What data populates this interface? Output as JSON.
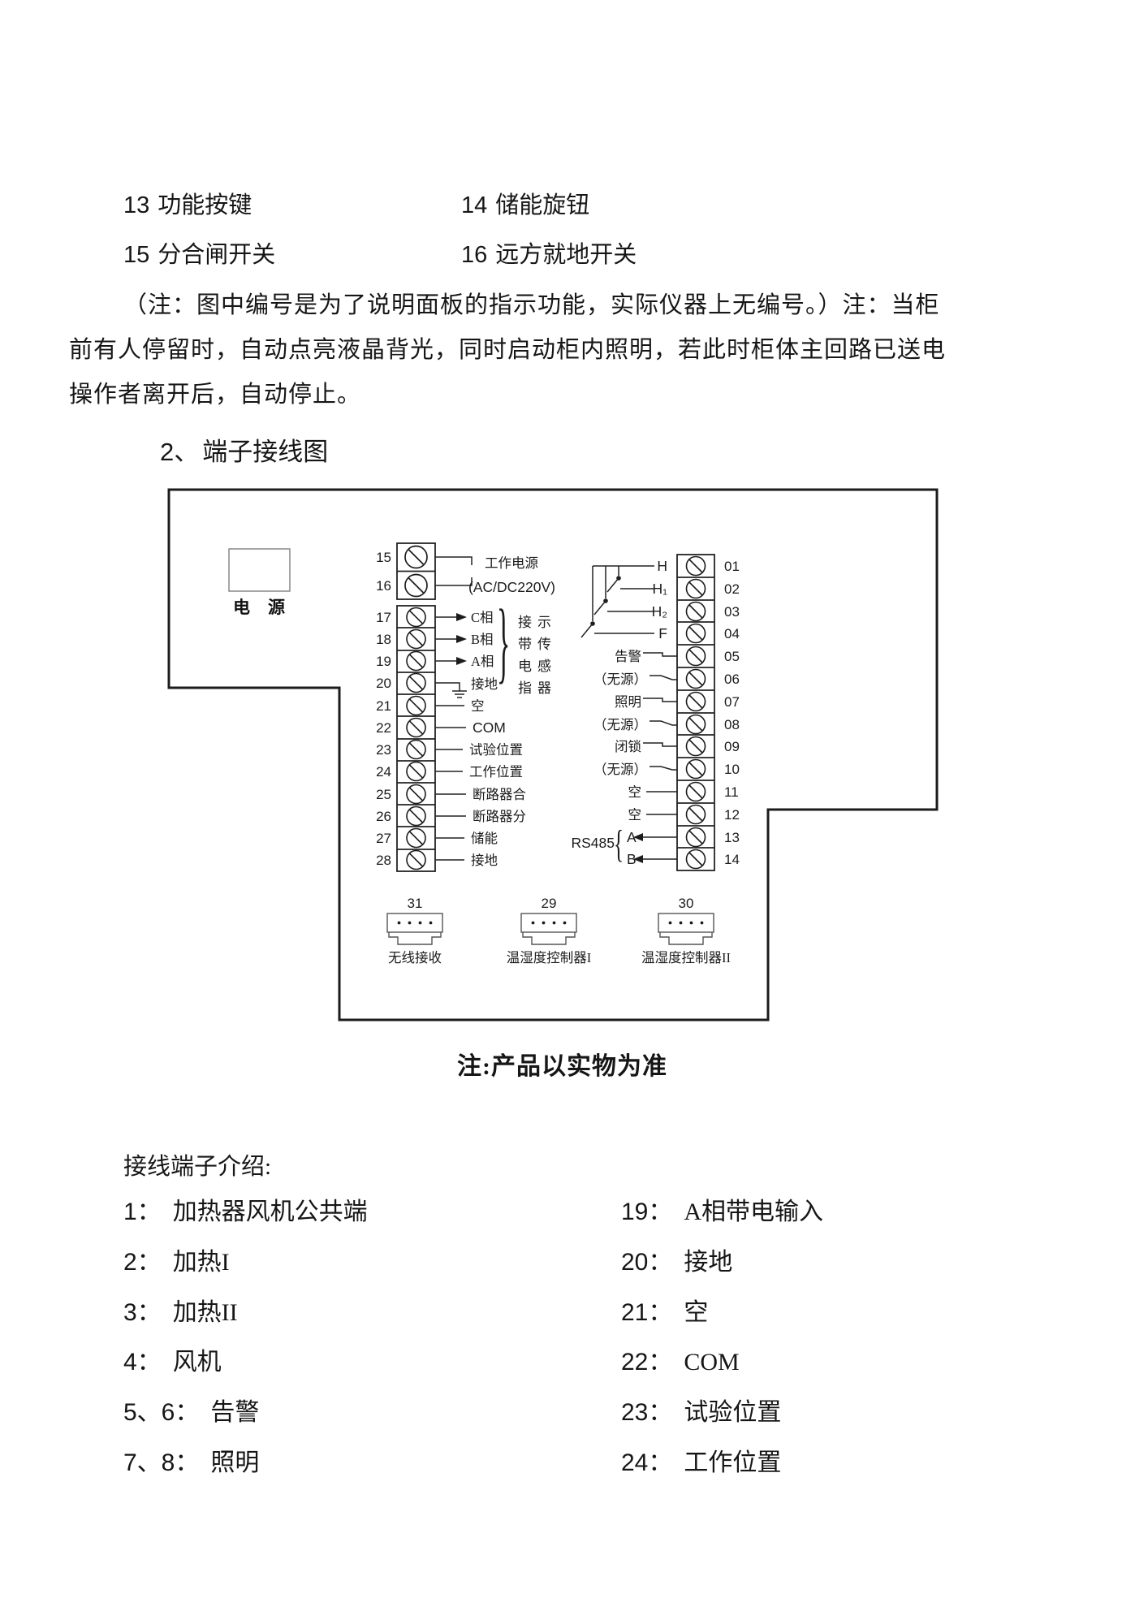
{
  "page": {
    "legend_items": [
      {
        "num": "13",
        "label": "功能按键"
      },
      {
        "num": "14",
        "label": "储能旋钮"
      },
      {
        "num": "15",
        "label": "分合闸开关"
      },
      {
        "num": "16",
        "label": "远方就地开关"
      }
    ],
    "note_lines": [
      "（注：图中编号是为了说明面板的指示功能，实际仪器上无编号。）注：当柜",
      "前有人停留时，自动点亮液晶背光，同时启动柜内照明，若此时柜体主回路已送电",
      "操作者离开后，自动停止。"
    ],
    "section_heading_num": "2、",
    "section_heading_text": "端子接线图",
    "diagram_caption": "注:产品以实物为准",
    "list_intro": "接线端子介绍:",
    "terminal_desc_left": [
      {
        "num": "1：",
        "label": "加热器风机公共端"
      },
      {
        "num": "2：",
        "label": "加热I"
      },
      {
        "num": "3：",
        "label": "加热II"
      },
      {
        "num": "4：",
        "label": "风机"
      },
      {
        "num": "5、6：",
        "label": "告警"
      },
      {
        "num": "7、8：",
        "label": "照明"
      }
    ],
    "terminal_desc_right": [
      {
        "num": "19：",
        "label": "A相带电输入"
      },
      {
        "num": "20：",
        "label": "接地"
      },
      {
        "num": "21：",
        "label": "空"
      },
      {
        "num": "22：",
        "label": "COM"
      },
      {
        "num": "23：",
        "label": "试验位置"
      },
      {
        "num": "24：",
        "label": "工作位置"
      }
    ]
  },
  "diagram": {
    "power_label": "电源",
    "left_terminals": [
      "15",
      "16",
      "17",
      "18",
      "19",
      "20",
      "21",
      "22",
      "23",
      "24",
      "25",
      "26",
      "27",
      "28"
    ],
    "left_labels": {
      "power1": "工作电源",
      "power2": "(AC/DC220V)",
      "rows": [
        "C相",
        "B相",
        "A相",
        "接地",
        "空",
        "COM",
        "试验位置",
        "工作位置",
        "断路器合",
        "断路器分",
        "储能",
        "接地"
      ],
      "brace": "}",
      "brace_rows": [
        "接示",
        "带传",
        "电感",
        "指器"
      ]
    },
    "right_terminals": [
      "01",
      "02",
      "03",
      "04",
      "05",
      "06",
      "07",
      "08",
      "09",
      "10",
      "11",
      "12",
      "13",
      "14"
    ],
    "right_labels": {
      "h": "H",
      "h1": "H₁",
      "h2": "H₂",
      "f": "F",
      "alarm": "告警",
      "alarm_sub": "（无源）",
      "light": "照明",
      "light_sub": "（无源）",
      "lock": "闭锁",
      "lock_sub": "（无源）",
      "empty1": "空",
      "empty2": "空",
      "rs485": "RS485",
      "brace": "{",
      "a": "A",
      "b": "B"
    },
    "connectors": [
      {
        "num": "31",
        "label": "无线接收"
      },
      {
        "num": "29",
        "label": "温湿度控制器I"
      },
      {
        "num": "30",
        "label": "温湿度控制器II"
      }
    ]
  }
}
